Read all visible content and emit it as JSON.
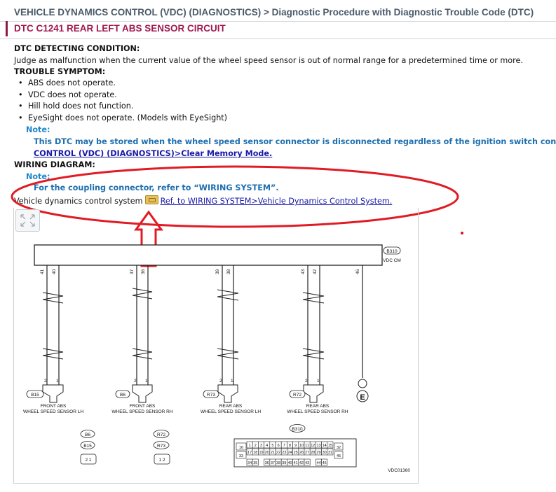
{
  "header": {
    "breadcrumb": "VEHICLE DYNAMICS CONTROL (VDC) (DIAGNOSTICS) > Diagnostic Procedure with Diagnostic Trouble Code (DTC)",
    "title": "DTC C1241 REAR LEFT ABS SENSOR CIRCUIT"
  },
  "detecting": {
    "heading": "DTC DETECTING CONDITION:",
    "text": "Judge as malfunction when the current value of the wheel speed sensor is out of normal range for a predetermined time or more."
  },
  "symptom": {
    "heading": "TROUBLE SYMPTOM:",
    "items": [
      "ABS does not operate.",
      "VDC does not operate.",
      "Hill hold does not function.",
      "EyeSight does not operate. (Models with EyeSight)"
    ],
    "note_label": "Note:",
    "note_text": "This DTC may be stored when the wheel speed sensor connector is disconnected regardless of the ignition switch cond",
    "note_link": "CONTROL (VDC) (DIAGNOSTICS)>Clear Memory Mode."
  },
  "wiring": {
    "heading": "WIRING DIAGRAM:",
    "note_label": "Note:",
    "note_text": "For the coupling connector, refer to “WIRING SYSTEM”.",
    "system_label": "Vehicle dynamics control system",
    "ref_link": "Ref. to WIRING SYSTEM>Vehicle Dynamics Control System."
  },
  "diagram": {
    "module_connector": "B310",
    "module_label": "VDC CM",
    "sensors": [
      {
        "connector": "B15",
        "line1": "FRONT ABS",
        "line2": "WHEEL SPEED SENSOR LH",
        "pins": [
          "41",
          "40"
        ]
      },
      {
        "connector": "B6",
        "line1": "FRONT ABS",
        "line2": "WHEEL SPEED SENSOR RH",
        "pins": [
          "37",
          "36"
        ]
      },
      {
        "connector": "R73",
        "line1": "REAR ABS",
        "line2": "WHEEL SPEED SENSOR LH",
        "pins": [
          "39",
          "38"
        ]
      },
      {
        "connector": "R72",
        "line1": "REAR ABS",
        "line2": "WHEEL SPEED SENSOR RH",
        "pins": [
          "43",
          "42"
        ]
      }
    ],
    "ground_pin": "46",
    "sensor_pins": [
      "2",
      "1"
    ],
    "legend_left": [
      "B6",
      "B15"
    ],
    "legend_left_pins": "2 1",
    "legend_mid": [
      "R72",
      "R73"
    ],
    "legend_mid_pins": "1 2",
    "legend_connector": "B310",
    "connector_row1_left": "16",
    "connector_row1": [
      "1",
      "2",
      "3",
      "4",
      "5",
      "6",
      "7",
      "8",
      "9",
      "10",
      "11",
      "12",
      "13",
      "14",
      "15"
    ],
    "connector_row2": [
      "17",
      "18",
      "19",
      "20",
      "21",
      "22",
      "23",
      "24",
      "25",
      "26",
      "27",
      "28",
      "29",
      "30",
      "31"
    ],
    "connector_row2_left": "33",
    "connector_row3": [
      "34",
      "35",
      "",
      "36",
      "37",
      "38",
      "39",
      "40",
      "41",
      "42",
      "43",
      "",
      "44",
      "45"
    ],
    "connector_right": [
      "32",
      "46"
    ],
    "figure_code": "VDC01360"
  }
}
